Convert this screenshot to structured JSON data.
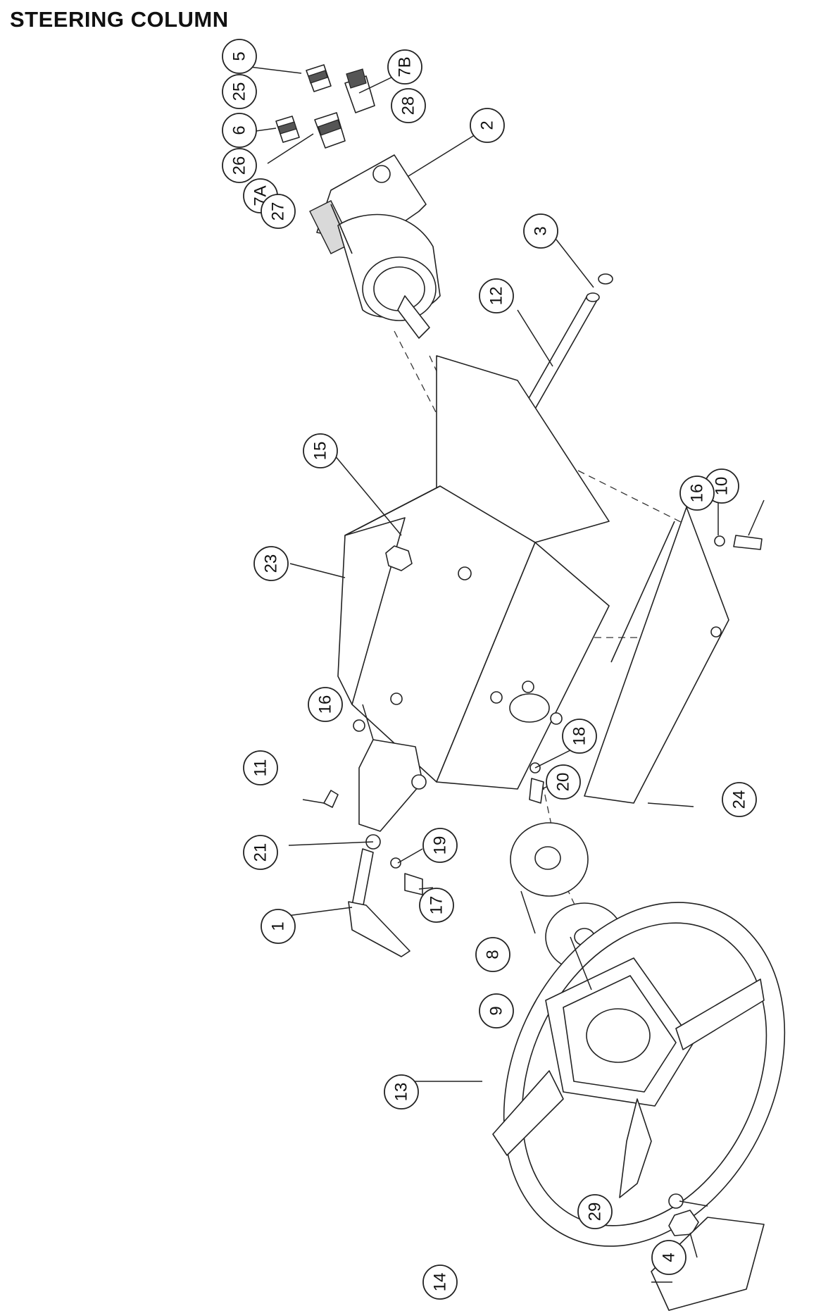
{
  "title": "STEERING COLUMN",
  "callouts": [
    {
      "id": "c1",
      "label": "1"
    },
    {
      "id": "c2",
      "label": "2"
    },
    {
      "id": "c3",
      "label": "3"
    },
    {
      "id": "c4",
      "label": "4"
    },
    {
      "id": "c5",
      "label": "5"
    },
    {
      "id": "c6",
      "label": "6"
    },
    {
      "id": "c7a",
      "label": "7A"
    },
    {
      "id": "c7b",
      "label": "7B"
    },
    {
      "id": "c8",
      "label": "8"
    },
    {
      "id": "c9",
      "label": "9"
    },
    {
      "id": "c10",
      "label": "10"
    },
    {
      "id": "c11",
      "label": "11"
    },
    {
      "id": "c12",
      "label": "12"
    },
    {
      "id": "c13",
      "label": "13"
    },
    {
      "id": "c14",
      "label": "14"
    },
    {
      "id": "c15",
      "label": "15"
    },
    {
      "id": "c16a",
      "label": "16"
    },
    {
      "id": "c16b",
      "label": "16"
    },
    {
      "id": "c17",
      "label": "17"
    },
    {
      "id": "c18",
      "label": "18"
    },
    {
      "id": "c19",
      "label": "19"
    },
    {
      "id": "c20",
      "label": "20"
    },
    {
      "id": "c21",
      "label": "21"
    },
    {
      "id": "c23",
      "label": "23"
    },
    {
      "id": "c24",
      "label": "24"
    },
    {
      "id": "c25",
      "label": "25"
    },
    {
      "id": "c26",
      "label": "26"
    },
    {
      "id": "c27",
      "label": "27"
    },
    {
      "id": "c28",
      "label": "28"
    },
    {
      "id": "c29",
      "label": "29"
    }
  ]
}
